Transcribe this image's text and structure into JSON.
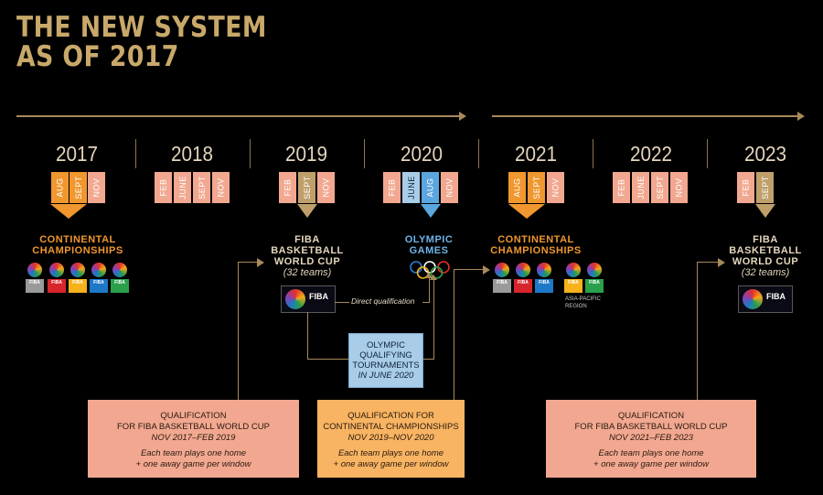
{
  "title": {
    "line1": "THE NEW SYSTEM",
    "line2": "AS OF 2017"
  },
  "colors": {
    "gold": "#c9a96a",
    "orange": "#f0972f",
    "salmon": "#f2a890",
    "tan": "#bf9f6a",
    "blue": "#5ba6df",
    "lightblue": "#a9cde9",
    "olympic_label": "#6fb4e8"
  },
  "years": [
    "2017",
    "2018",
    "2019",
    "2020",
    "2021",
    "2022",
    "2023"
  ],
  "months": {
    "y2017": [
      "AUG",
      "SEPT",
      "NOV"
    ],
    "y2018": [
      "FEB",
      "JUNE",
      "SEPT",
      "NOV"
    ],
    "y2019": [
      "FEB",
      "SEPT",
      "NOV"
    ],
    "y2020": [
      "FEB",
      "JUNE",
      "AUG",
      "NOV"
    ],
    "y2021": [
      "AUG",
      "SEPT",
      "NOV"
    ],
    "y2022": [
      "FEB",
      "JUNE",
      "SEPT",
      "NOV"
    ],
    "y2023": [
      "FEB",
      "SEPT"
    ]
  },
  "events": {
    "continental_2017": {
      "line1": "CONTINENTAL",
      "line2": "CHAMPIONSHIPS"
    },
    "worldcup_2019": {
      "line1": "FIBA",
      "line2": "BASKETBALL",
      "line3": "WORLD CUP",
      "sub": "(32 teams)"
    },
    "olympics_2020": {
      "line1": "OLYMPIC",
      "line2": "GAMES"
    },
    "continental_2021": {
      "line1": "CONTINENTAL",
      "line2": "CHAMPIONSHIPS",
      "region": "ASIA-PACIFIC REGION"
    },
    "worldcup_2023": {
      "line1": "FIBA",
      "line2": "BASKETBALL",
      "line3": "WORLD CUP",
      "sub": "(32 teams)"
    }
  },
  "fiba_logo_text": "FIBA",
  "direct_qualification": "Direct qualification",
  "oqt": {
    "line1": "OLYMPIC",
    "line2": "QUALIFYING",
    "line3": "TOURNAMENTS",
    "line4": "IN JUNE 2020"
  },
  "qualification_boxes": [
    {
      "line1": "QUALIFICATION",
      "line2": "FOR FIBA BASKETBALL WORLD CUP",
      "dates": "NOV 2017–FEB 2019",
      "note1": "Each team plays one home",
      "note2": "+ one away game per window"
    },
    {
      "line1": "QUALIFICATION FOR",
      "line2": "CONTINENTAL CHAMPIONSHIPS",
      "dates": "NOV 2019–NOV 2020",
      "note1": "Each team plays one home",
      "note2": "+ one away game per window"
    },
    {
      "line1": "QUALIFICATION",
      "line2": "FOR FIBA BASKETBALL WORLD CUP",
      "dates": "NOV 2021–FEB 2023",
      "note1": "Each team plays one home",
      "note2": "+ one away game per window"
    }
  ]
}
